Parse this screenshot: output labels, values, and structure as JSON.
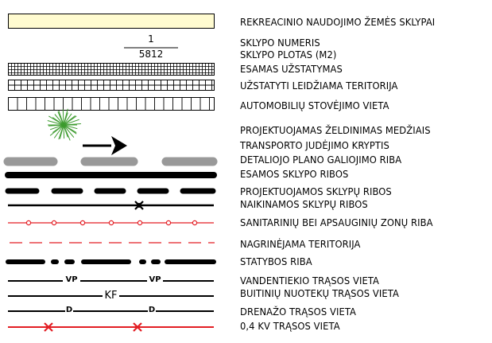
{
  "legend": {
    "items": [
      {
        "label": "REKREACINIO NAUDOJIMO ŽEMĖS SKLYPAI"
      },
      {
        "label": "SKLYPO NUMERIS"
      },
      {
        "label": "SKLYPO PLOTAS (M2)"
      },
      {
        "label": "ESAMAS UŽSTATYMAS"
      },
      {
        "label": "UŽSTATYTI LEIDŽIAMA TERITORIJA"
      },
      {
        "label": "AUTOMOBILIŲ STOVĖJIMO VIETA"
      },
      {
        "label": "PROJEKTUOJAMAS ŽELDINIMAS MEDŽIAIS"
      },
      {
        "label": "TRANSPORTO JUDĖJIMO KRYPTIS"
      },
      {
        "label": "DETALIOJO PLANO GALIOJIMO RIBA"
      },
      {
        "label": "ESAMOS SKLYPO RIBOS"
      },
      {
        "label": "PROJEKTUOJAMOS SKLYPŲ RIBOS"
      },
      {
        "label": "NAIKINAMOS SKLYPŲ RIBOS"
      },
      {
        "label": "SANITARINIŲ BEI APSAUGINIŲ ZONŲ RIBA"
      },
      {
        "label": "NAGRINĖJAMA TERITORIJA"
      },
      {
        "label": "STATYBOS RIBA"
      },
      {
        "label": "VANDENTIEKIO TRĄSOS VIETA"
      },
      {
        "label": "BUITINIŲ NUOTEKŲ TRĄSOS VIETA"
      },
      {
        "label": "DRENAŽO TRĄSOS VIETA"
      },
      {
        "label": "0,4 KV TRĄSOS VIETA"
      }
    ],
    "plot_number": "1",
    "plot_area": "5812",
    "line_codes": {
      "water": "VP",
      "sewer": "KF",
      "drainage": "D"
    },
    "colors": {
      "recreational_fill": "#fffbd0",
      "tree": "#3d9b2e",
      "gray_line": "#999999",
      "red_line": "#e31e24",
      "black": "#000000"
    }
  }
}
